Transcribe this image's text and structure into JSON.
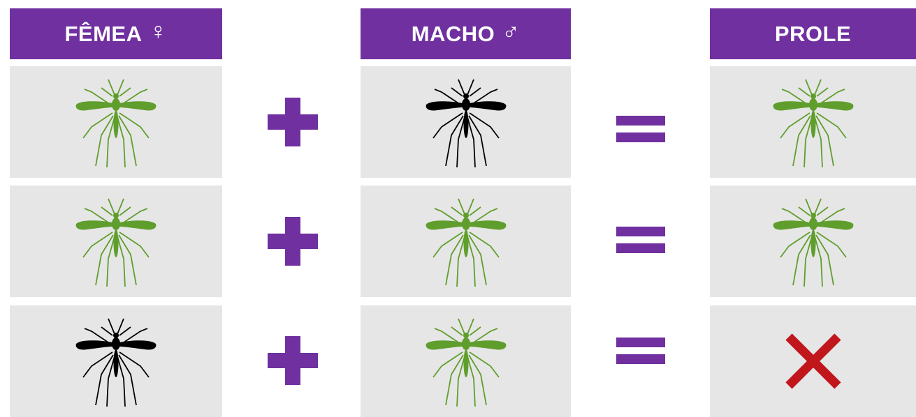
{
  "colors": {
    "header_bg": "#7030a0",
    "operator": "#7030a0",
    "cell_bg": "#e6e6e6",
    "green": "#5f9e2c",
    "black": "#000000",
    "cross": "#c0161c"
  },
  "headers": {
    "female": {
      "label": "FÊMEA",
      "symbol": "♀"
    },
    "male": {
      "label": "MACHO",
      "symbol": "♂"
    },
    "offspring": {
      "label": "PROLE"
    }
  },
  "rows": [
    {
      "female": "green-mosquito",
      "operator1": "plus",
      "male": "black-mosquito",
      "operator2": "equals",
      "offspring": "green-mosquito"
    },
    {
      "female": "green-mosquito",
      "operator1": "plus",
      "male": "green-mosquito",
      "operator2": "equals",
      "offspring": "green-mosquito"
    },
    {
      "female": "black-mosquito",
      "operator1": "plus",
      "male": "green-mosquito",
      "operator2": "equals",
      "offspring": "x-icon"
    }
  ]
}
